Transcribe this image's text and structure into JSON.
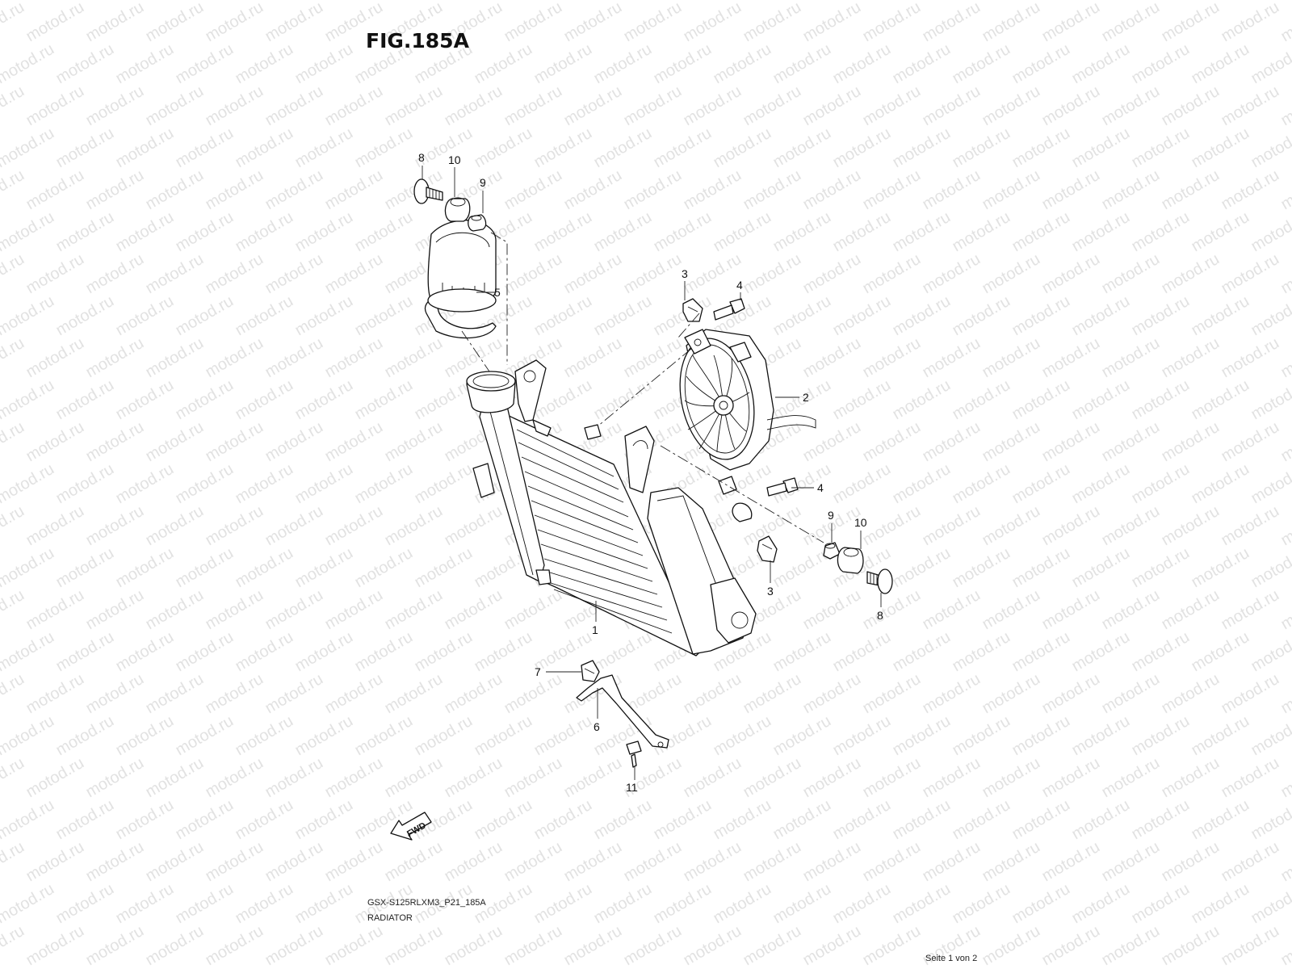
{
  "figure": {
    "title": "FIG.185A",
    "model_code": "GSX-S125RLXM3_P21_185A",
    "name": "RADIATOR",
    "page": "Seite 1 von 2"
  },
  "watermark": {
    "text": "motod.ru"
  },
  "fwd_label": "FWD",
  "callouts": [
    {
      "id": "c8a",
      "num": "8"
    },
    {
      "id": "c10a",
      "num": "10"
    },
    {
      "id": "c9a",
      "num": "9"
    },
    {
      "id": "c5",
      "num": "5"
    },
    {
      "id": "c3a",
      "num": "3"
    },
    {
      "id": "c4a",
      "num": "4"
    },
    {
      "id": "c2",
      "num": "2"
    },
    {
      "id": "c4b",
      "num": "4"
    },
    {
      "id": "c9b",
      "num": "9"
    },
    {
      "id": "c10b",
      "num": "10"
    },
    {
      "id": "c3b",
      "num": "3"
    },
    {
      "id": "c8b",
      "num": "8"
    },
    {
      "id": "c1",
      "num": "1"
    },
    {
      "id": "c7",
      "num": "7"
    },
    {
      "id": "c6",
      "num": "6"
    },
    {
      "id": "c11",
      "num": "11"
    }
  ]
}
